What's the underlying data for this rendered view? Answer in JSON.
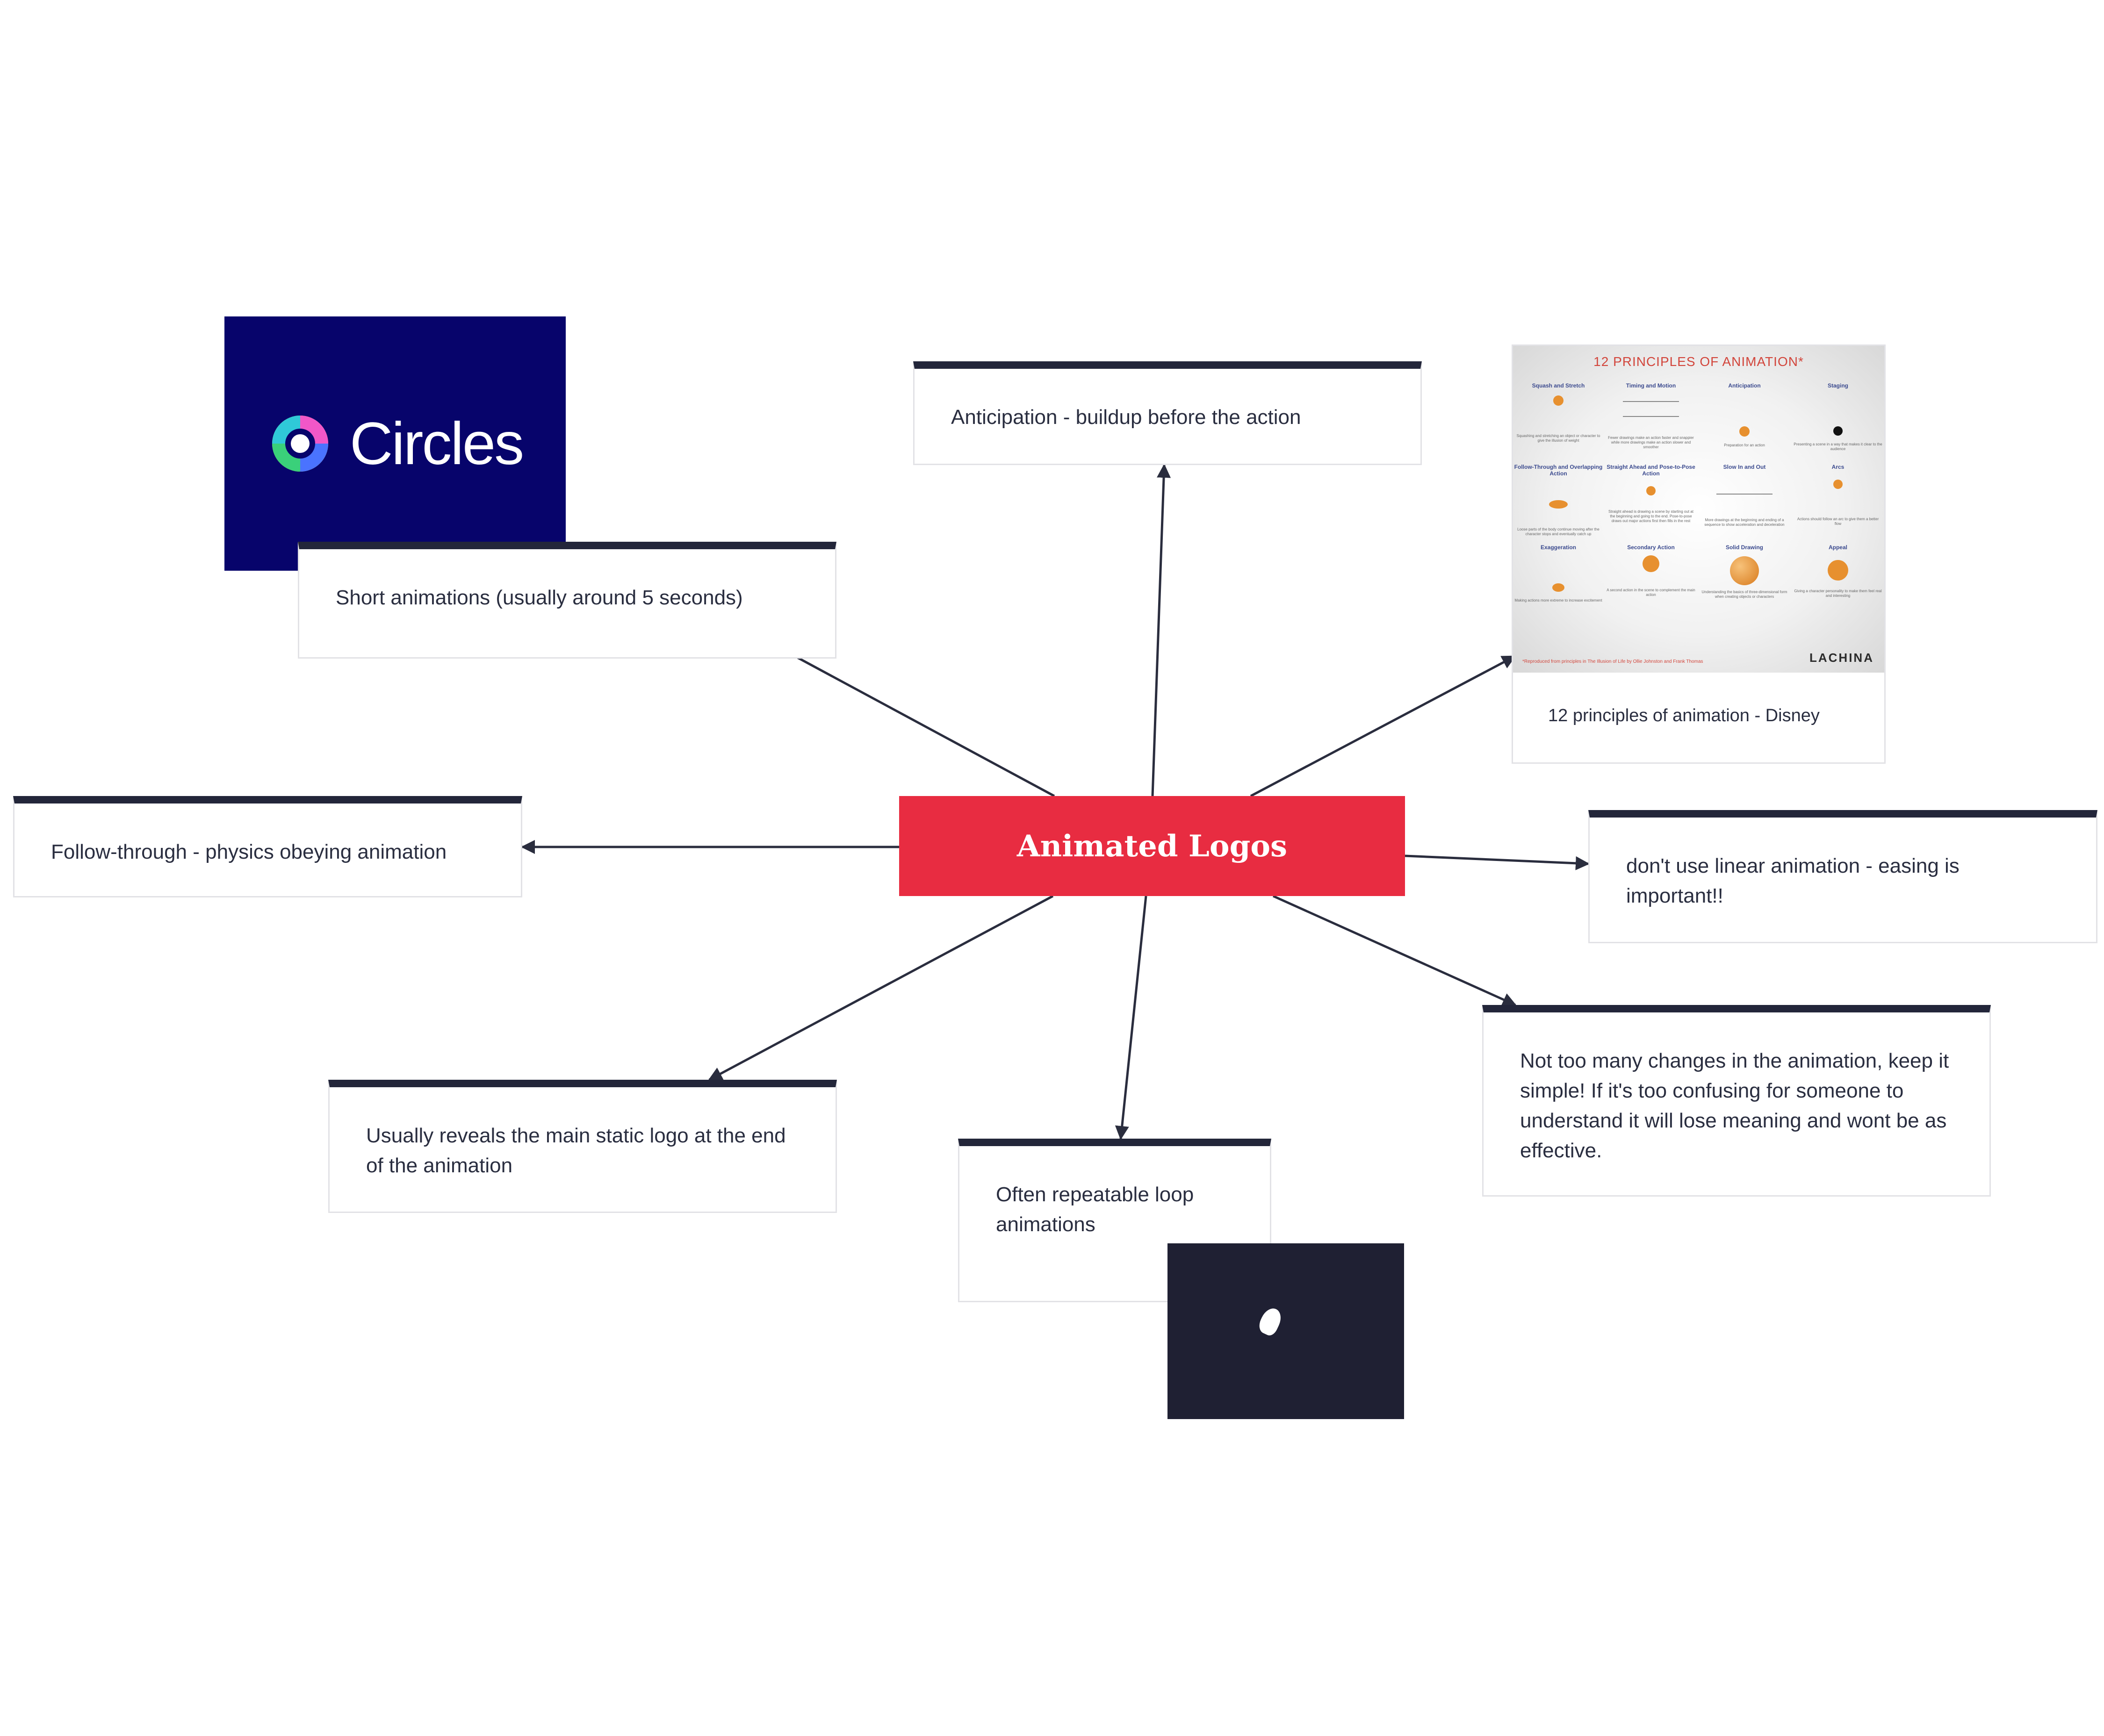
{
  "center": {
    "title": "Animated Logos",
    "color": "#e82c41"
  },
  "cards": {
    "anticipation": "Anticipation - buildup before the action",
    "short": "Short animations (usually around 5 seconds)",
    "follow": "Follow-through - physics obeying animation",
    "linear": "don't use linear animation - easing is important!!",
    "reveals": "Usually reveals the main static logo at the end of the animation",
    "loop": "Often repeatable loop animations",
    "simple": "Not too many changes in the animation, keep it simple! If it's too confusing for someone to understand it will lose meaning and wont be as effective."
  },
  "circles_logo": {
    "word": "Circles",
    "background": "#07046b"
  },
  "principles": {
    "title": "12 PRINCIPLES OF ANIMATION*",
    "caption": "12 principles of animation - Disney",
    "brand": "LACHINA",
    "footnote": "*Reproduced from principles in The Illusion of Life by Ollie Johnston and Frank Thomas",
    "cells": [
      {
        "heading": "Squash and Stretch",
        "desc": "Squashing and stretching an object or character to give the illusion of weight"
      },
      {
        "heading": "Timing and Motion",
        "desc": "Fewer drawings make an action faster and snappier while more drawings make an action slower and smoother"
      },
      {
        "heading": "Anticipation",
        "desc": "Preparation for an action"
      },
      {
        "heading": "Staging",
        "desc": "Presenting a scene in a way that makes it clear to the audience"
      },
      {
        "heading": "Follow-Through and Overlapping Action",
        "desc": "Loose parts of the body continue moving after the character stops and eventually catch up"
      },
      {
        "heading": "Straight Ahead and Pose-to-Pose Action",
        "desc": "Straight ahead is drawing a scene by starting out at the beginning and going to the end. Pose-to-pose draws out major actions first then fills in the rest"
      },
      {
        "heading": "Slow In and Out",
        "desc": "More drawings at the beginning and ending of a sequence to show acceleration and deceleration"
      },
      {
        "heading": "Arcs",
        "desc": "Actions should follow an arc to give them a better flow"
      },
      {
        "heading": "Exaggeration",
        "desc": "Making actions more extreme to increase excitement"
      },
      {
        "heading": "Secondary Action",
        "desc": "A second action in the scene to complement the main action"
      },
      {
        "heading": "Solid Drawing",
        "desc": "Understanding the basics of three-dimensional form when creating objects or characters"
      },
      {
        "heading": "Appeal",
        "desc": "Giving a character personality to make them feel real and interesting"
      }
    ]
  },
  "colors": {
    "card_bar": "#23263a",
    "connector": "#2a2d3e",
    "card_border": "#e2e2e6"
  }
}
